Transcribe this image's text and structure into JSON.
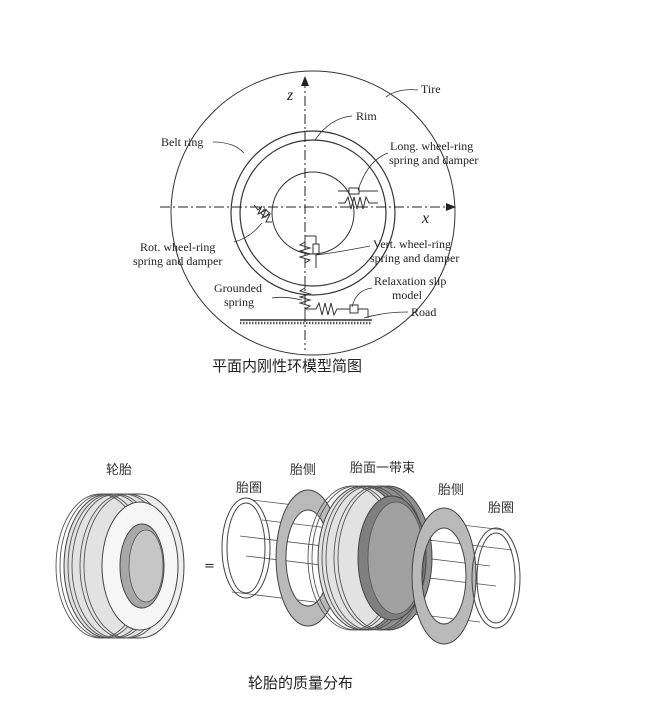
{
  "top_diagram": {
    "axis_z": "z",
    "axis_x": "x",
    "labels": {
      "tire": "Tire",
      "rim": "Rim",
      "belt_ring": "Belt ring",
      "long_spring_1": "Long. wheel-ring",
      "long_spring_2": "spring and damper",
      "rot_spring_1": "Rot. wheel-ring",
      "rot_spring_2": "spring and damper",
      "vert_spring_1": "Vert. wheel-ring",
      "vert_spring_2": "spring and damper",
      "grounded_1": "Grounded",
      "grounded_2": "spring",
      "relax_1": "Relaxation slip",
      "relax_2": "model",
      "road": "Road"
    },
    "caption": "平面内刚性环模型简图"
  },
  "bottom_diagram": {
    "tire_label": "轮胎",
    "equals": "=",
    "parts": {
      "rim_left": "胎圈",
      "sidewall_left": "胎侧",
      "tread_belt": "胎面一带束",
      "sidewall_right": "胎侧",
      "rim_right": "胎圈"
    },
    "caption": "轮胎的质量分布"
  }
}
